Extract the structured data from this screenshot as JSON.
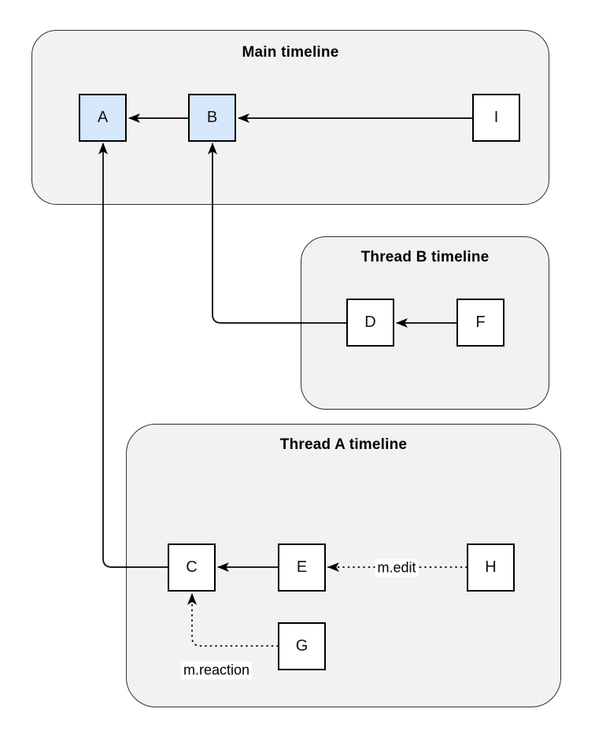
{
  "diagram": {
    "timelines": {
      "main": {
        "title": "Main timeline"
      },
      "thread_b": {
        "title": "Thread B timeline"
      },
      "thread_a": {
        "title": "Thread A timeline"
      }
    },
    "nodes": {
      "a": "A",
      "b": "B",
      "i": "I",
      "d": "D",
      "f": "F",
      "c": "C",
      "e": "E",
      "h": "H",
      "g": "G"
    },
    "edge_labels": {
      "edit": "m.edit",
      "reaction": "m.reaction"
    },
    "edges": [
      {
        "from": "B",
        "to": "A",
        "style": "solid",
        "label": ""
      },
      {
        "from": "I",
        "to": "B",
        "style": "solid",
        "label": ""
      },
      {
        "from": "F",
        "to": "D",
        "style": "solid",
        "label": ""
      },
      {
        "from": "D",
        "to": "B",
        "style": "solid",
        "label": ""
      },
      {
        "from": "E",
        "to": "C",
        "style": "solid",
        "label": ""
      },
      {
        "from": "C",
        "to": "A",
        "style": "solid",
        "label": ""
      },
      {
        "from": "H",
        "to": "E",
        "style": "dotted",
        "label": "m.edit"
      },
      {
        "from": "G",
        "to": "C",
        "style": "dotted",
        "label": "m.reaction"
      }
    ],
    "colors": {
      "container_fill": "#f2f2f2",
      "container_border": "#2f2f2f",
      "node_fill": "#ffffff",
      "node_fill_highlight": "#d7e7fb",
      "node_border": "#000000",
      "edge": "#000000"
    }
  }
}
